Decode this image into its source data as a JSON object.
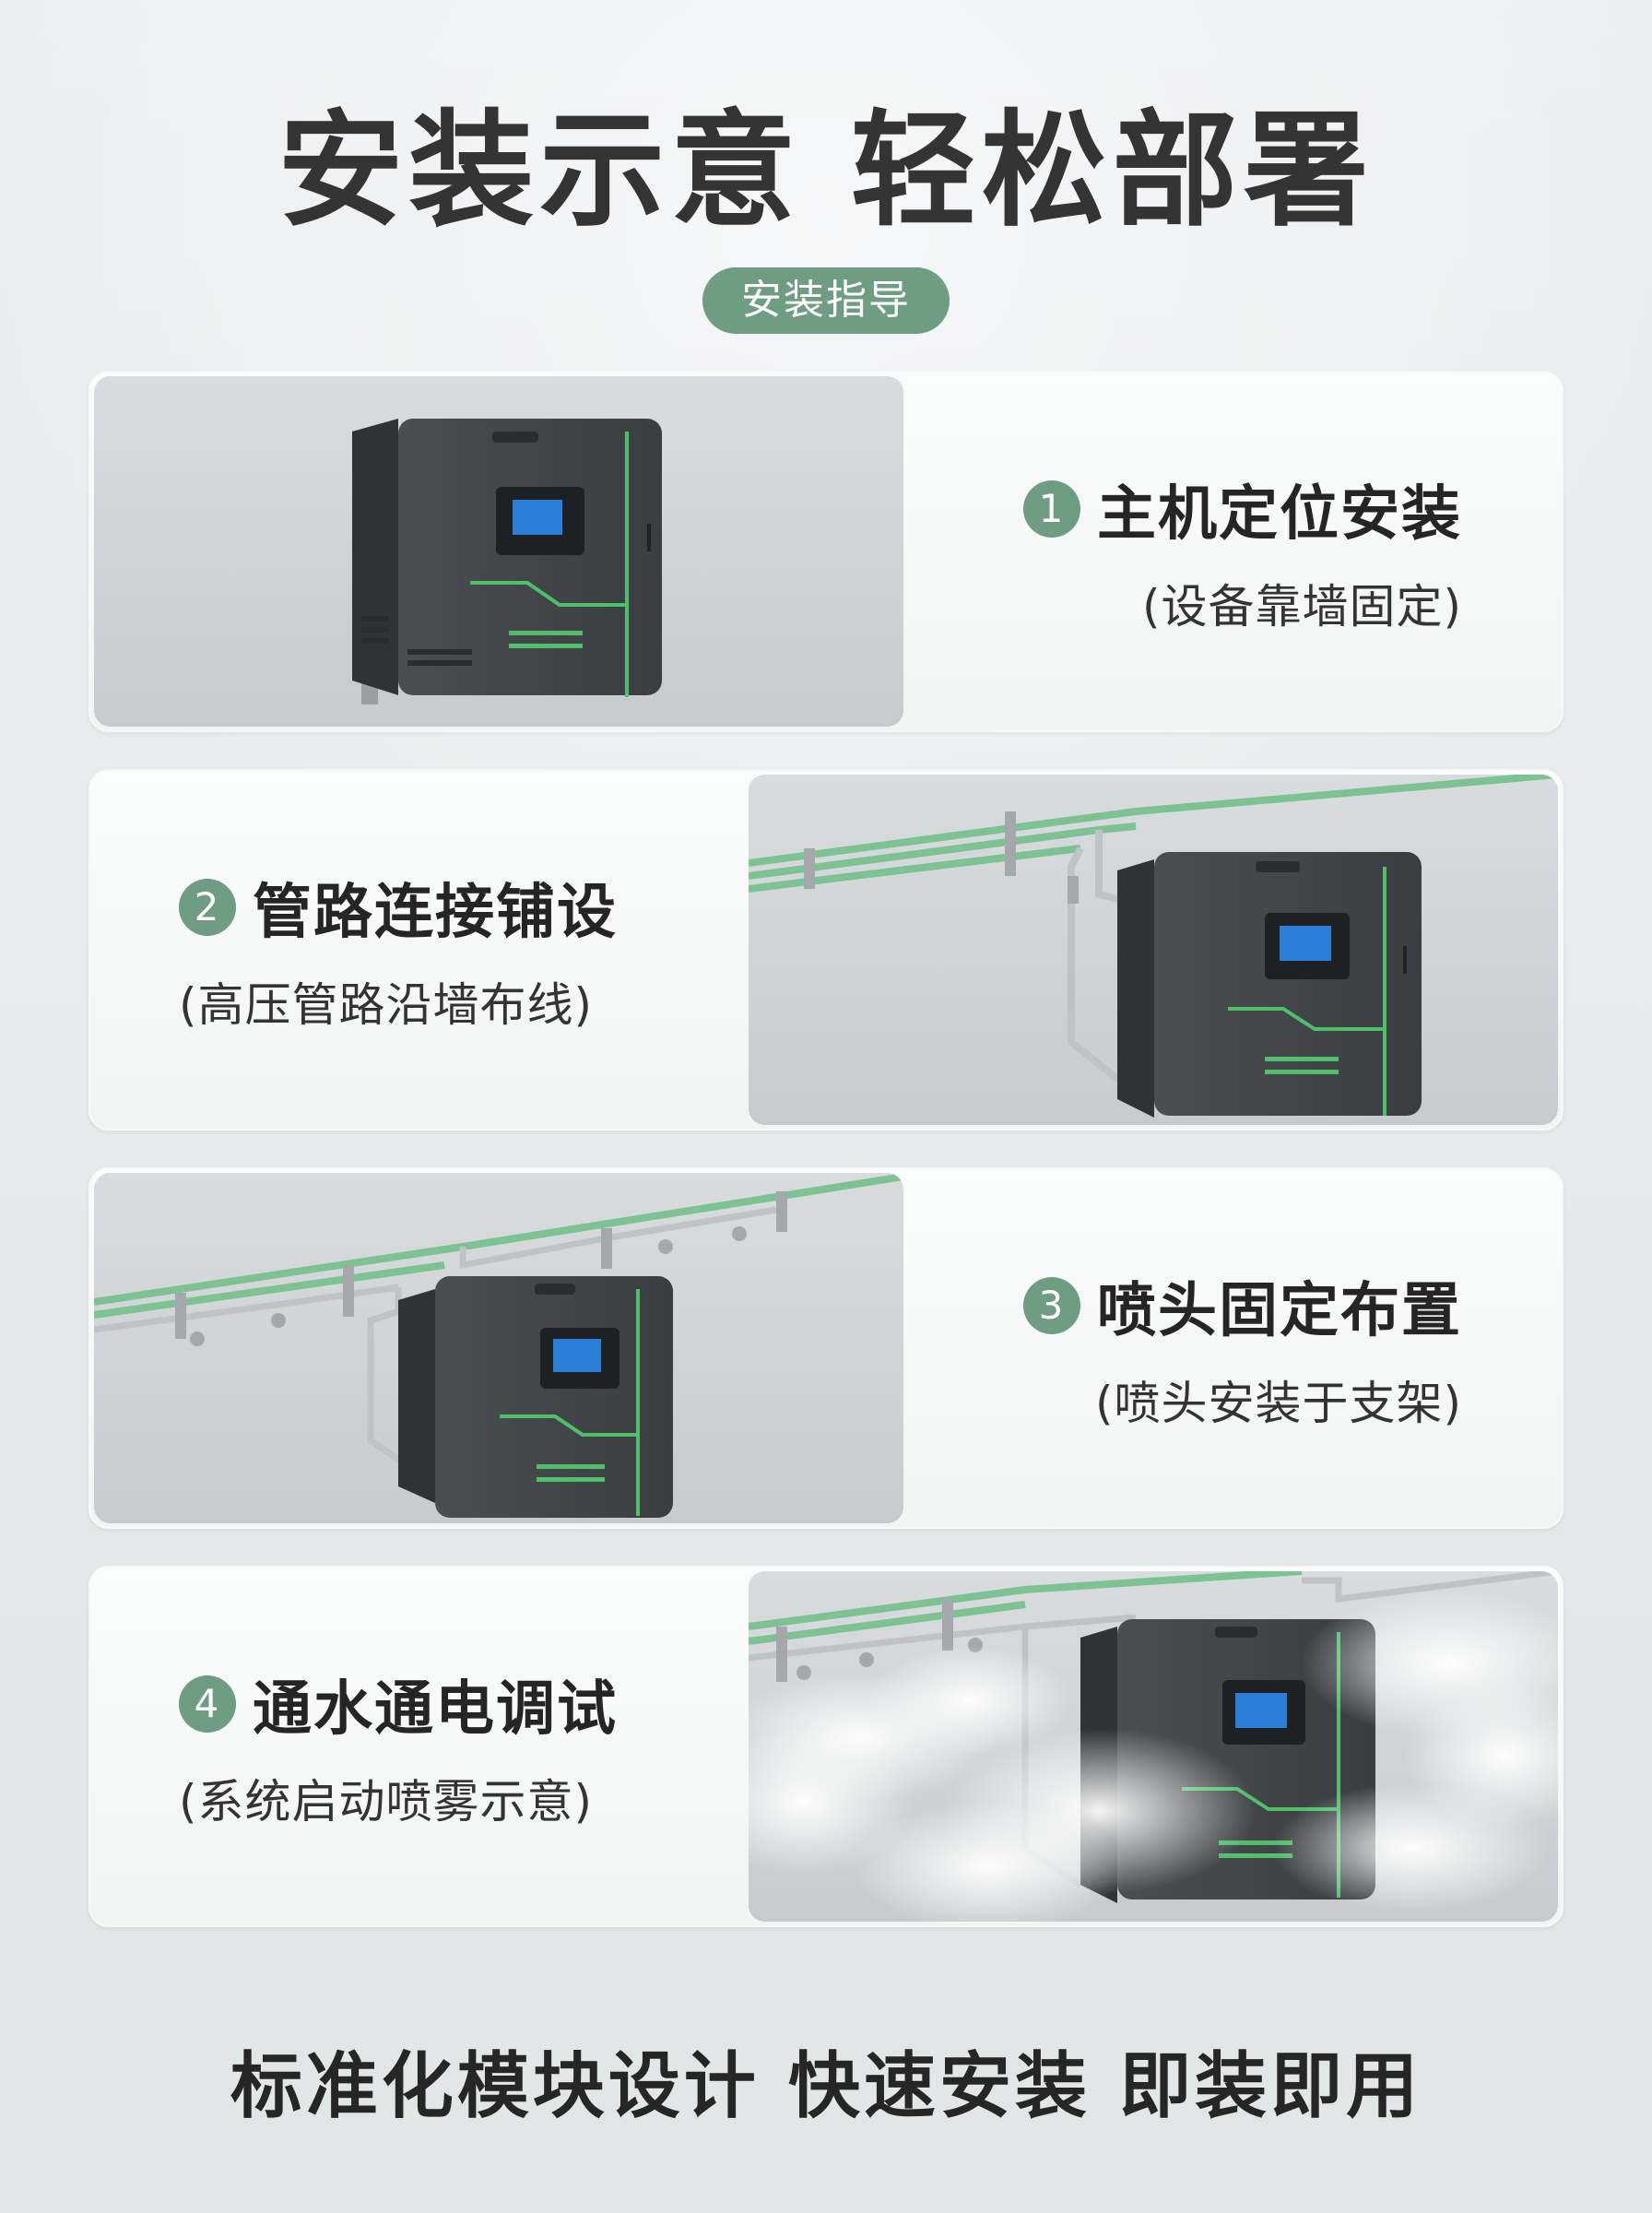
{
  "title": "安装示意 轻松部署",
  "subtitle_pill": "安装指导",
  "steps": [
    {
      "number": "1",
      "title": "主机定位安装",
      "subtitle": "(设备靠墙固定)"
    },
    {
      "number": "2",
      "title": "管路连接铺设",
      "subtitle": "(高压管路沿墙布线)"
    },
    {
      "number": "3",
      "title": "喷头固定布置",
      "subtitle": "(喷头安装于支架)"
    },
    {
      "number": "4",
      "title": "通水通电调试",
      "subtitle": "(系统启动喷雾示意)"
    }
  ],
  "footer": "标准化模块设计 快速安装 即装即用",
  "colors": {
    "accent": "#6e9d82",
    "pipe_green": "#78c08e",
    "device": "#3f4346"
  }
}
